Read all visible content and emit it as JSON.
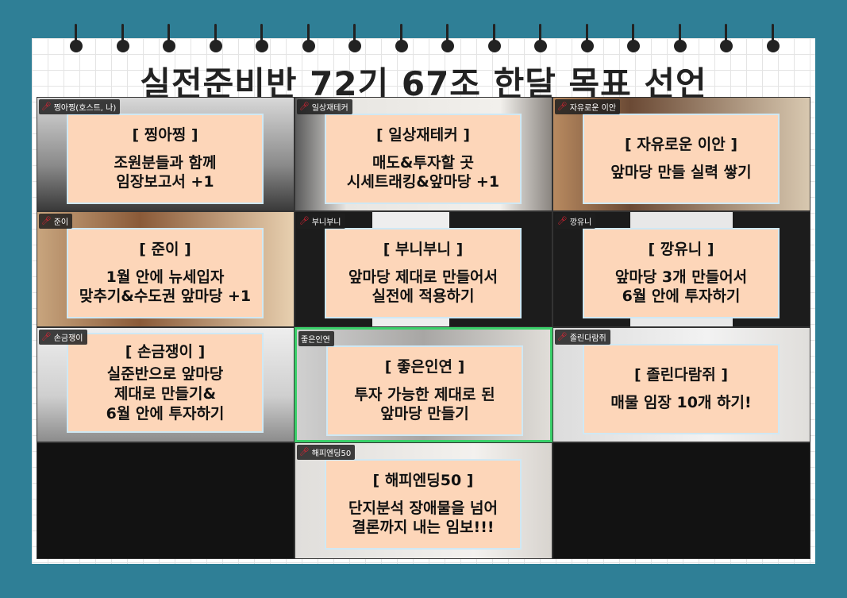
{
  "title": "실전준비반 72기 67조 한달 목표 선언",
  "tiles": [
    {
      "name": "찡아찡(호스트, 나)",
      "card": "[ 찡아찡 ]",
      "lines": [
        "조원분들과 함께",
        "임장보고서 +1"
      ]
    },
    {
      "name": "일상재테커",
      "card": "[ 일상재테커 ]",
      "lines": [
        "매도&투자할 곳",
        "시세트래킹&앞마당 +1"
      ]
    },
    {
      "name": "자유로운 이안",
      "card": "[ 자유로운 이안 ]",
      "lines": [
        "앞마당 만들 실력 쌓기"
      ]
    },
    {
      "name": "준이",
      "card": "[ 준이 ]",
      "lines": [
        "1월 안에 뉴세입자",
        "맞추기&수도권 앞마당 +1"
      ]
    },
    {
      "name": "부니부니",
      "card": "[ 부니부니 ]",
      "lines": [
        "앞마당 제대로 만들어서",
        "실전에 적용하기"
      ]
    },
    {
      "name": "깡유니",
      "card": "[ 깡유니 ]",
      "lines": [
        "앞마당 3개 만들어서",
        "6월 안에 투자하기"
      ]
    },
    {
      "name": "손금쟁이",
      "card": "[ 손금쟁이 ]",
      "lines": [
        "실준반으로 앞마당",
        "제대로 만들기&",
        "6월 안에 투자하기"
      ]
    },
    {
      "name": "좋은인연",
      "card": "[ 좋은인연 ]",
      "lines": [
        "투자 가능한 제대로 된",
        "앞마당 만들기"
      ]
    },
    {
      "name": "졸린다람쥐",
      "card": "[ 졸린다람쥐 ]",
      "lines": [
        "매물 임장 10개 하기!"
      ]
    },
    {
      "name": "해피엔딩50",
      "card": "[ 해피엔딩50 ]",
      "lines": [
        "단지분석 장애물을 넘어",
        "결론까지 내는 임보!!!"
      ]
    }
  ]
}
